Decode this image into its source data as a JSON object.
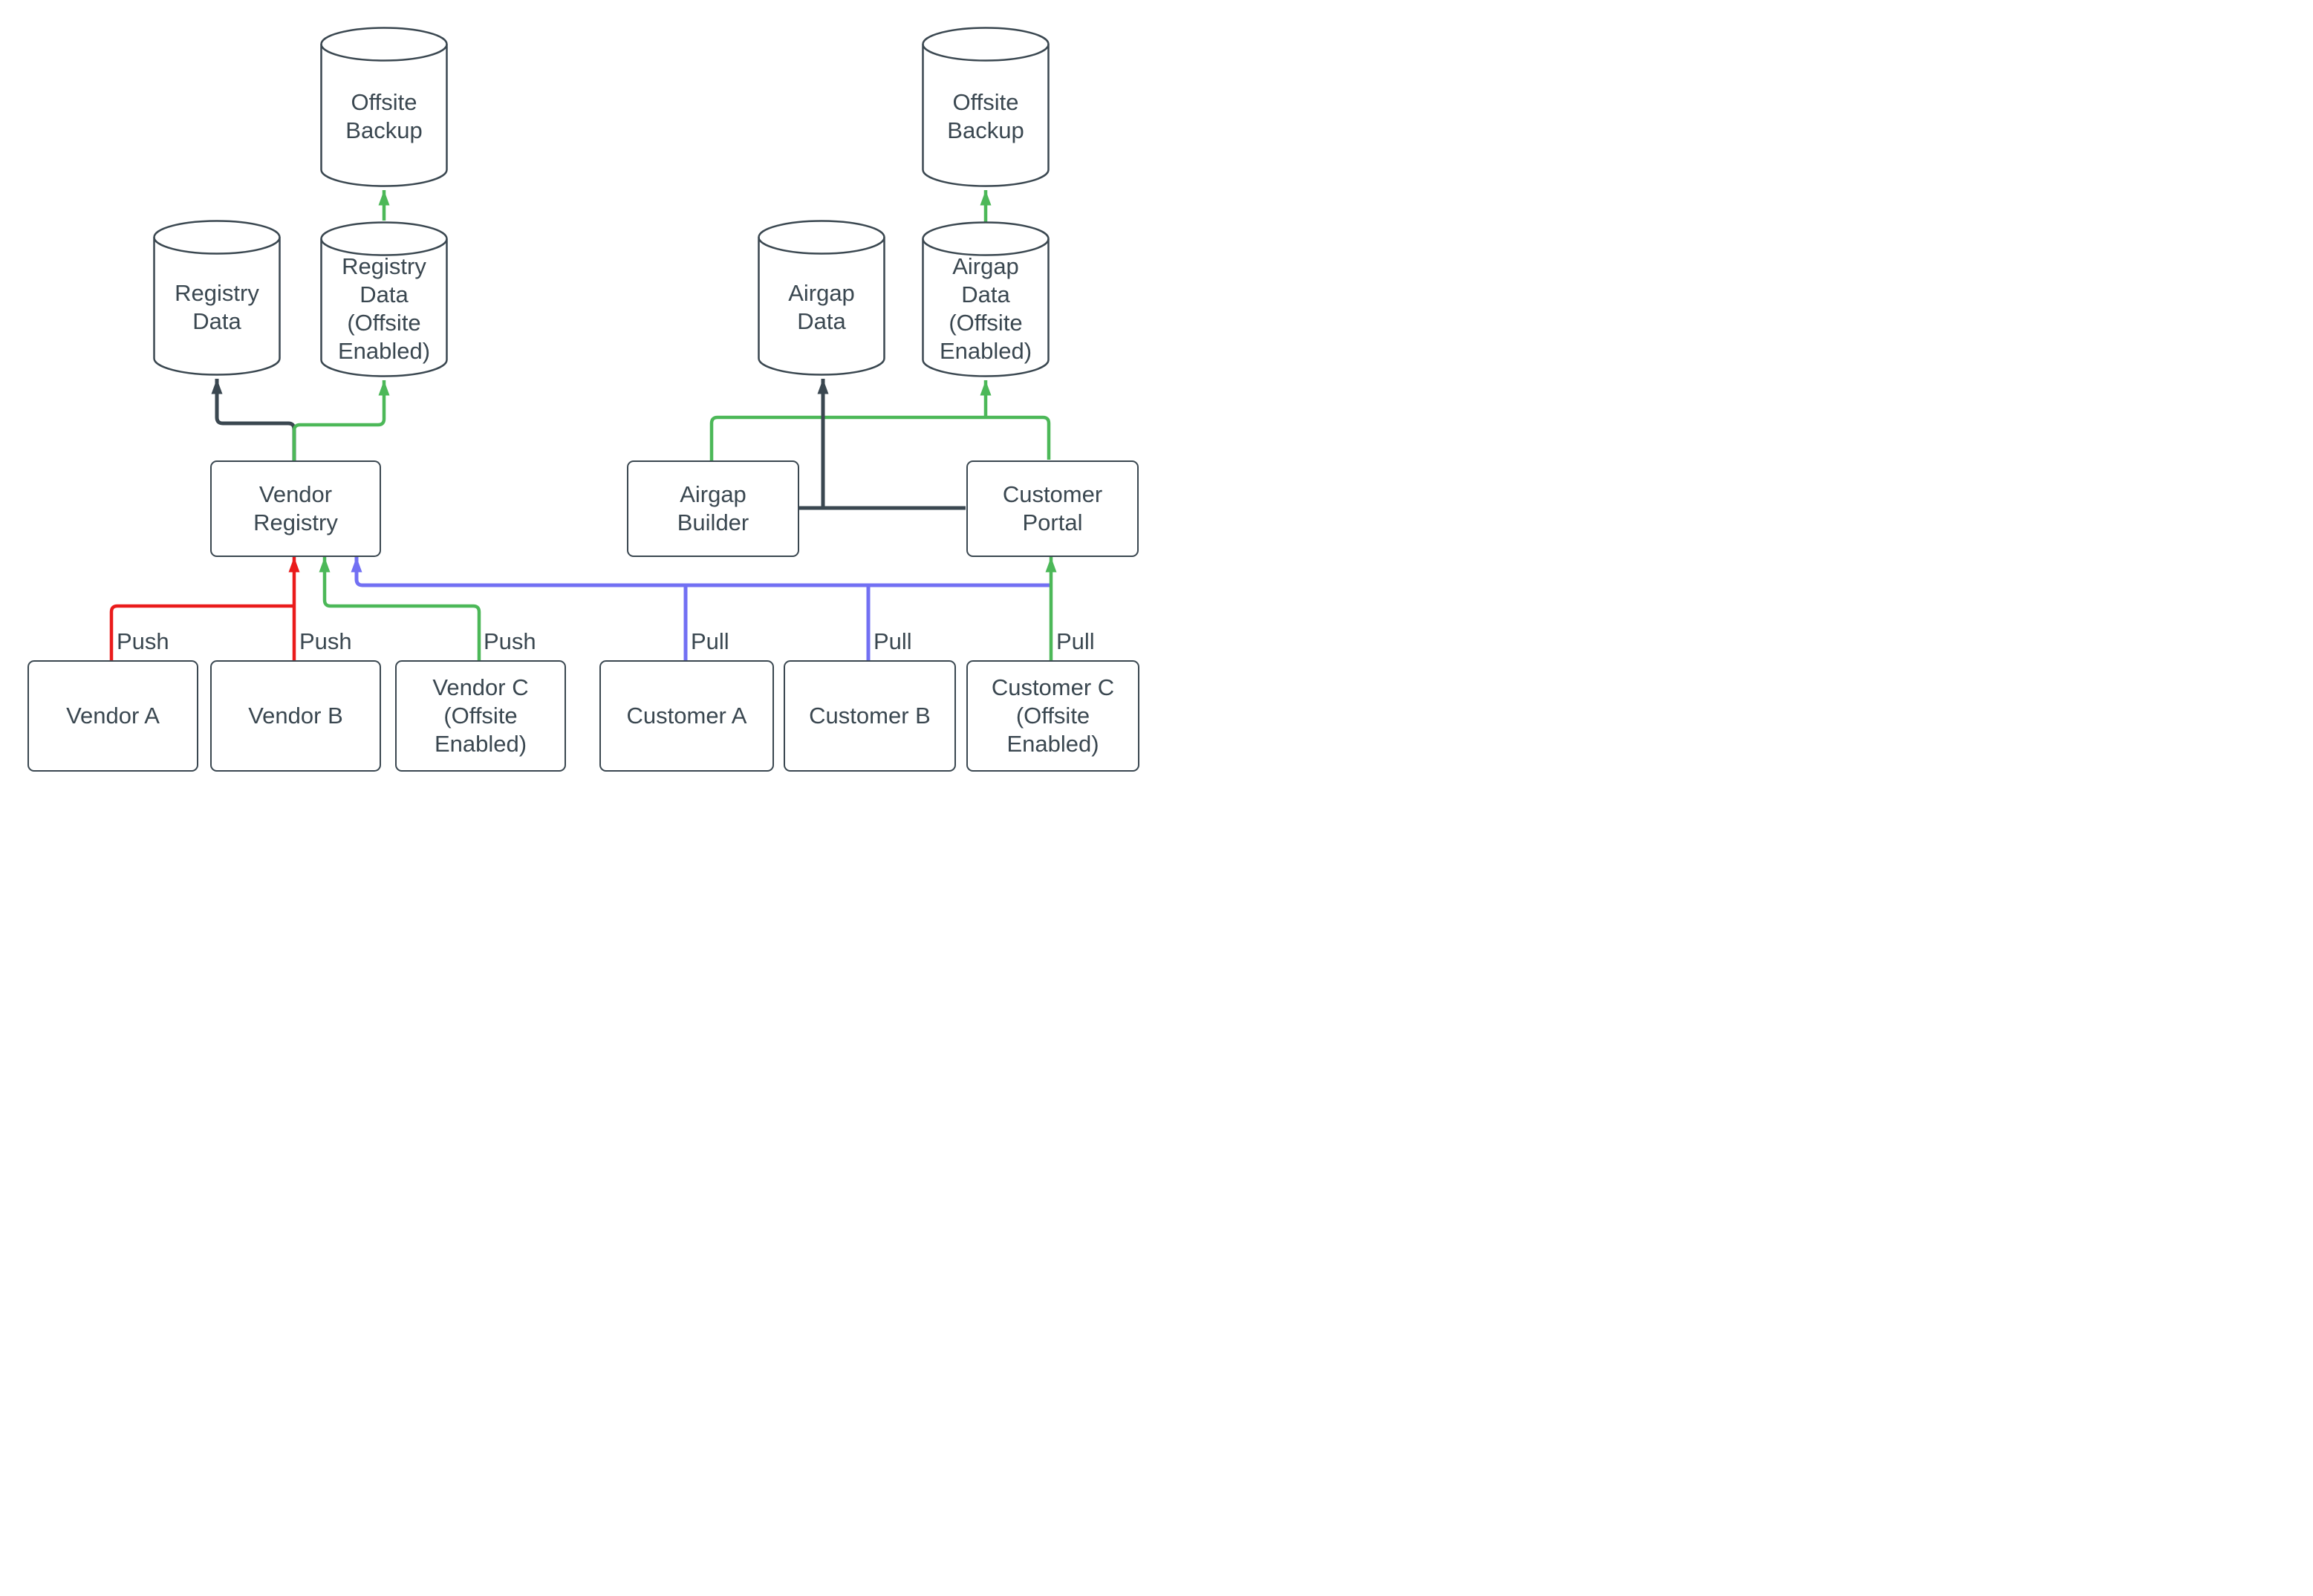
{
  "diagram": {
    "type": "flow-diagram",
    "background": "#ffffff",
    "colors": {
      "node_stroke": "#3a4750",
      "text": "#3a4750",
      "edge_dark": "#3a4750",
      "edge_green": "#4cb858",
      "edge_red": "#ea1b1b",
      "edge_blue": "#7270f3"
    },
    "nodes": {
      "offsite_backup_left": {
        "label": "Offsite Backup",
        "shape": "cylinder"
      },
      "registry_data": {
        "label": "Registry Data",
        "shape": "cylinder"
      },
      "registry_data_offsite": {
        "label": "Registry Data (Offsite Enabled)",
        "shape": "cylinder"
      },
      "vendor_registry": {
        "label": "Vendor Registry",
        "shape": "box"
      },
      "vendor_a": {
        "label": "Vendor A",
        "shape": "box"
      },
      "vendor_b": {
        "label": "Vendor B",
        "shape": "box"
      },
      "vendor_c": {
        "label": "Vendor C (Offsite Enabled)",
        "shape": "box"
      },
      "offsite_backup_right": {
        "label": "Offsite Backup",
        "shape": "cylinder"
      },
      "airgap_data": {
        "label": "Airgap Data",
        "shape": "cylinder"
      },
      "airgap_data_offsite": {
        "label": "Airgap Data (Offsite Enabled)",
        "shape": "cylinder"
      },
      "airgap_builder": {
        "label": "Airgap Builder",
        "shape": "box"
      },
      "customer_portal": {
        "label": "Customer Portal",
        "shape": "box"
      },
      "customer_a": {
        "label": "Customer A",
        "shape": "box"
      },
      "customer_b": {
        "label": "Customer B",
        "shape": "box"
      },
      "customer_c": {
        "label": "Customer C (Offsite Enabled)",
        "shape": "box"
      }
    },
    "edge_labels": {
      "push_vendor_a": "Push",
      "push_vendor_b": "Push",
      "push_vendor_c": "Push",
      "pull_customer_a": "Pull",
      "pull_customer_b": "Pull",
      "pull_customer_c": "Pull"
    },
    "edges": [
      {
        "from": "vendor_registry",
        "to": "registry_data",
        "color": "dark"
      },
      {
        "from": "vendor_registry",
        "to": "registry_data_offsite",
        "color": "green"
      },
      {
        "from": "registry_data_offsite",
        "to": "offsite_backup_left",
        "color": "green"
      },
      {
        "from": "vendor_a",
        "to": "vendor_registry",
        "color": "red",
        "label": "Push"
      },
      {
        "from": "vendor_b",
        "to": "vendor_registry",
        "color": "red",
        "label": "Push"
      },
      {
        "from": "vendor_c",
        "to": "vendor_registry",
        "color": "green",
        "label": "Push"
      },
      {
        "from": "customer_a",
        "to": "vendor_registry",
        "color": "blue",
        "label": "Pull"
      },
      {
        "from": "customer_b",
        "to": "vendor_registry",
        "color": "blue",
        "label": "Pull"
      },
      {
        "from": "customer_portal",
        "to": "vendor_registry",
        "color": "blue"
      },
      {
        "from": "customer_c",
        "to": "customer_portal",
        "color": "green",
        "label": "Pull"
      },
      {
        "from": "airgap_builder",
        "to": "airgap_data",
        "color": "dark"
      },
      {
        "from": "customer_portal",
        "to": "airgap_data",
        "color": "dark"
      },
      {
        "from": "airgap_builder",
        "to": "airgap_data_offsite",
        "color": "green"
      },
      {
        "from": "customer_portal",
        "to": "airgap_data_offsite",
        "color": "green"
      },
      {
        "from": "airgap_data_offsite",
        "to": "offsite_backup_right",
        "color": "green"
      }
    ]
  }
}
